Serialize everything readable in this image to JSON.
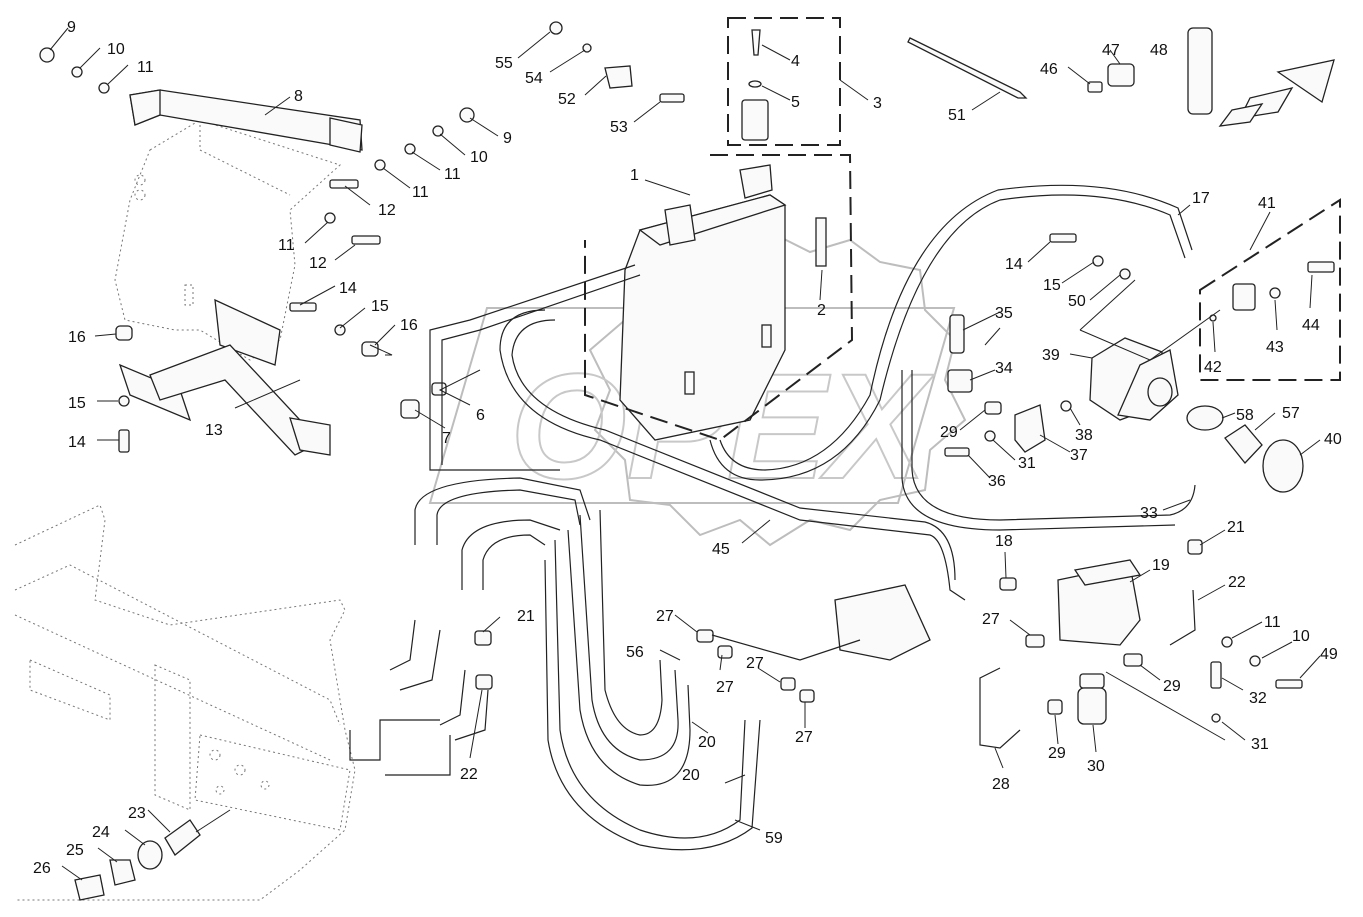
{
  "watermark": {
    "text": "OPEX"
  },
  "callouts": [
    {
      "id": "c9a",
      "label": "9"
    },
    {
      "id": "c10a",
      "label": "10"
    },
    {
      "id": "c11a",
      "label": "11"
    },
    {
      "id": "c8",
      "label": "8"
    },
    {
      "id": "c9b",
      "label": "9"
    },
    {
      "id": "c10b",
      "label": "10"
    },
    {
      "id": "c11b",
      "label": "11"
    },
    {
      "id": "c11c",
      "label": "11"
    },
    {
      "id": "c12a",
      "label": "12"
    },
    {
      "id": "c11d",
      "label": "11"
    },
    {
      "id": "c12b",
      "label": "12"
    },
    {
      "id": "c55",
      "label": "55"
    },
    {
      "id": "c54",
      "label": "54"
    },
    {
      "id": "c52",
      "label": "52"
    },
    {
      "id": "c53",
      "label": "53"
    },
    {
      "id": "c4",
      "label": "4"
    },
    {
      "id": "c5",
      "label": "5"
    },
    {
      "id": "c3",
      "label": "3"
    },
    {
      "id": "c51",
      "label": "51"
    },
    {
      "id": "c47",
      "label": "47"
    },
    {
      "id": "c46",
      "label": "46"
    },
    {
      "id": "c48",
      "label": "48"
    },
    {
      "id": "c1",
      "label": "1"
    },
    {
      "id": "c2",
      "label": "2"
    },
    {
      "id": "c17",
      "label": "17"
    },
    {
      "id": "c41",
      "label": "41"
    },
    {
      "id": "c14a",
      "label": "14"
    },
    {
      "id": "c15a",
      "label": "15"
    },
    {
      "id": "c50",
      "label": "50"
    },
    {
      "id": "c44",
      "label": "44"
    },
    {
      "id": "c43",
      "label": "43"
    },
    {
      "id": "c42",
      "label": "42"
    },
    {
      "id": "c35",
      "label": "35"
    },
    {
      "id": "c39",
      "label": "39"
    },
    {
      "id": "c34",
      "label": "34"
    },
    {
      "id": "c58",
      "label": "58"
    },
    {
      "id": "c57",
      "label": "57"
    },
    {
      "id": "c40",
      "label": "40"
    },
    {
      "id": "c38",
      "label": "38"
    },
    {
      "id": "c37",
      "label": "37"
    },
    {
      "id": "c29a",
      "label": "29"
    },
    {
      "id": "c31a",
      "label": "31"
    },
    {
      "id": "c36",
      "label": "36"
    },
    {
      "id": "c14b",
      "label": "14"
    },
    {
      "id": "c15b",
      "label": "15"
    },
    {
      "id": "c16a",
      "label": "16"
    },
    {
      "id": "c16b",
      "label": "16"
    },
    {
      "id": "c15c",
      "label": "15"
    },
    {
      "id": "c14c",
      "label": "14"
    },
    {
      "id": "c13",
      "label": "13"
    },
    {
      "id": "c6",
      "label": "6"
    },
    {
      "id": "c7",
      "label": "7"
    },
    {
      "id": "c33",
      "label": "33"
    },
    {
      "id": "c21a",
      "label": "21"
    },
    {
      "id": "c18",
      "label": "18"
    },
    {
      "id": "c19",
      "label": "19"
    },
    {
      "id": "c22a",
      "label": "22"
    },
    {
      "id": "c45",
      "label": "45"
    },
    {
      "id": "c27a",
      "label": "27"
    },
    {
      "id": "c27b",
      "label": "27"
    },
    {
      "id": "c56",
      "label": "56"
    },
    {
      "id": "c27c",
      "label": "27"
    },
    {
      "id": "c27d",
      "label": "27"
    },
    {
      "id": "c27e",
      "label": "27"
    },
    {
      "id": "c21b",
      "label": "21"
    },
    {
      "id": "c22b",
      "label": "22"
    },
    {
      "id": "c20a",
      "label": "20"
    },
    {
      "id": "c20b",
      "label": "20"
    },
    {
      "id": "c59",
      "label": "59"
    },
    {
      "id": "c11e",
      "label": "11"
    },
    {
      "id": "c10c",
      "label": "10"
    },
    {
      "id": "c49",
      "label": "49"
    },
    {
      "id": "c29b",
      "label": "29"
    },
    {
      "id": "c32",
      "label": "32"
    },
    {
      "id": "c31b",
      "label": "31"
    },
    {
      "id": "c28",
      "label": "28"
    },
    {
      "id": "c29c",
      "label": "29"
    },
    {
      "id": "c30",
      "label": "30"
    },
    {
      "id": "c23",
      "label": "23"
    },
    {
      "id": "c24",
      "label": "24"
    },
    {
      "id": "c25",
      "label": "25"
    },
    {
      "id": "c26",
      "label": "26"
    }
  ]
}
